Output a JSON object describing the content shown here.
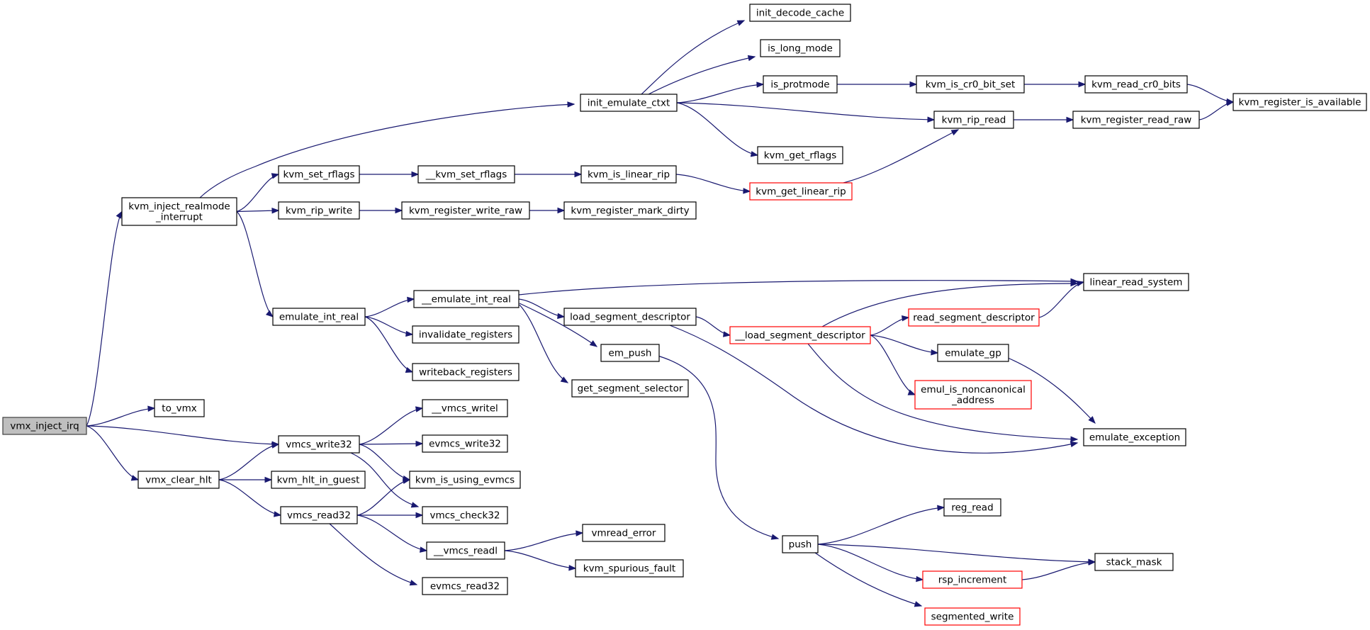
{
  "nodes": {
    "vmx_inject_irq": {
      "lines": [
        "vmx_inject_irq"
      ],
      "style": "root"
    },
    "kvm_inject_realmode_interrupt": {
      "lines": [
        "kvm_inject_realmode",
        "_interrupt"
      ],
      "style": "normal"
    },
    "to_vmx": {
      "lines": [
        "to_vmx"
      ],
      "style": "normal"
    },
    "vmcs_write32": {
      "lines": [
        "vmcs_write32"
      ],
      "style": "normal"
    },
    "vmx_clear_hlt": {
      "lines": [
        "vmx_clear_hlt"
      ],
      "style": "normal"
    },
    "kvm_set_rflags": {
      "lines": [
        "kvm_set_rflags"
      ],
      "style": "normal"
    },
    "kvm_rip_write": {
      "lines": [
        "kvm_rip_write"
      ],
      "style": "normal"
    },
    "emulate_int_real": {
      "lines": [
        "emulate_int_real"
      ],
      "style": "normal"
    },
    "init_emulate_ctxt": {
      "lines": [
        "init_emulate_ctxt"
      ],
      "style": "normal"
    },
    "__kvm_set_rflags": {
      "lines": [
        "__kvm_set_rflags"
      ],
      "style": "normal"
    },
    "kvm_register_write_raw": {
      "lines": [
        "kvm_register_write_raw"
      ],
      "style": "normal"
    },
    "__emulate_int_real": {
      "lines": [
        "__emulate_int_real"
      ],
      "style": "normal"
    },
    "invalidate_registers": {
      "lines": [
        "invalidate_registers"
      ],
      "style": "normal"
    },
    "writeback_registers": {
      "lines": [
        "writeback_registers"
      ],
      "style": "normal"
    },
    "__vmcs_writel": {
      "lines": [
        "__vmcs_writel"
      ],
      "style": "normal"
    },
    "evmcs_write32": {
      "lines": [
        "evmcs_write32"
      ],
      "style": "normal"
    },
    "kvm_is_using_evmcs": {
      "lines": [
        "kvm_is_using_evmcs"
      ],
      "style": "normal"
    },
    "vmcs_check32": {
      "lines": [
        "vmcs_check32"
      ],
      "style": "normal"
    },
    "kvm_hlt_in_guest": {
      "lines": [
        "kvm_hlt_in_guest"
      ],
      "style": "normal"
    },
    "vmcs_read32": {
      "lines": [
        "vmcs_read32"
      ],
      "style": "normal"
    },
    "__vmcs_readl": {
      "lines": [
        "__vmcs_readl"
      ],
      "style": "normal"
    },
    "evmcs_read32": {
      "lines": [
        "evmcs_read32"
      ],
      "style": "normal"
    },
    "init_decode_cache": {
      "lines": [
        "init_decode_cache"
      ],
      "style": "normal"
    },
    "is_long_mode": {
      "lines": [
        "is_long_mode"
      ],
      "style": "normal"
    },
    "is_protmode": {
      "lines": [
        "is_protmode"
      ],
      "style": "normal"
    },
    "kvm_get_rflags": {
      "lines": [
        "kvm_get_rflags"
      ],
      "style": "normal"
    },
    "kvm_is_linear_rip": {
      "lines": [
        "kvm_is_linear_rip"
      ],
      "style": "normal"
    },
    "kvm_register_mark_dirty": {
      "lines": [
        "kvm_register_mark_dirty"
      ],
      "style": "normal"
    },
    "load_segment_descriptor": {
      "lines": [
        "load_segment_descriptor"
      ],
      "style": "normal"
    },
    "em_push": {
      "lines": [
        "em_push"
      ],
      "style": "normal"
    },
    "get_segment_selector": {
      "lines": [
        "get_segment_selector"
      ],
      "style": "normal"
    },
    "vmread_error": {
      "lines": [
        "vmread_error"
      ],
      "style": "normal"
    },
    "kvm_spurious_fault": {
      "lines": [
        "kvm_spurious_fault"
      ],
      "style": "normal"
    },
    "kvm_get_linear_rip": {
      "lines": [
        "kvm_get_linear_rip"
      ],
      "style": "red"
    },
    "__load_segment_descriptor": {
      "lines": [
        "__load_segment_descriptor"
      ],
      "style": "red"
    },
    "push": {
      "lines": [
        "push"
      ],
      "style": "normal"
    },
    "kvm_is_cr0_bit_set": {
      "lines": [
        "kvm_is_cr0_bit_set"
      ],
      "style": "normal"
    },
    "kvm_rip_read": {
      "lines": [
        "kvm_rip_read"
      ],
      "style": "normal"
    },
    "read_segment_descriptor": {
      "lines": [
        "read_segment_descriptor"
      ],
      "style": "red"
    },
    "emulate_gp": {
      "lines": [
        "emulate_gp"
      ],
      "style": "normal"
    },
    "emul_is_noncanonical_address": {
      "lines": [
        "emul_is_noncanonical",
        "_address"
      ],
      "style": "red"
    },
    "reg_read": {
      "lines": [
        "reg_read"
      ],
      "style": "normal"
    },
    "rsp_increment": {
      "lines": [
        "rsp_increment"
      ],
      "style": "red"
    },
    "segmented_write": {
      "lines": [
        "segmented_write"
      ],
      "style": "red"
    },
    "kvm_read_cr0_bits": {
      "lines": [
        "kvm_read_cr0_bits"
      ],
      "style": "normal"
    },
    "kvm_register_read_raw": {
      "lines": [
        "kvm_register_read_raw"
      ],
      "style": "normal"
    },
    "linear_read_system": {
      "lines": [
        "linear_read_system"
      ],
      "style": "normal"
    },
    "emulate_exception": {
      "lines": [
        "emulate_exception"
      ],
      "style": "normal"
    },
    "stack_mask": {
      "lines": [
        "stack_mask"
      ],
      "style": "normal"
    },
    "kvm_register_is_available": {
      "lines": [
        "kvm_register_is_available"
      ],
      "style": "normal"
    }
  },
  "edges": [
    [
      "vmx_inject_irq",
      "kvm_inject_realmode_interrupt"
    ],
    [
      "vmx_inject_irq",
      "to_vmx"
    ],
    [
      "vmx_inject_irq",
      "vmcs_write32"
    ],
    [
      "vmx_inject_irq",
      "vmx_clear_hlt"
    ],
    [
      "kvm_inject_realmode_interrupt",
      "init_emulate_ctxt"
    ],
    [
      "kvm_inject_realmode_interrupt",
      "kvm_set_rflags"
    ],
    [
      "kvm_inject_realmode_interrupt",
      "kvm_rip_write"
    ],
    [
      "kvm_inject_realmode_interrupt",
      "emulate_int_real"
    ],
    [
      "init_emulate_ctxt",
      "init_decode_cache"
    ],
    [
      "init_emulate_ctxt",
      "is_long_mode"
    ],
    [
      "init_emulate_ctxt",
      "is_protmode"
    ],
    [
      "init_emulate_ctxt",
      "kvm_rip_read"
    ],
    [
      "init_emulate_ctxt",
      "kvm_get_rflags"
    ],
    [
      "is_protmode",
      "kvm_is_cr0_bit_set"
    ],
    [
      "kvm_is_cr0_bit_set",
      "kvm_read_cr0_bits"
    ],
    [
      "kvm_read_cr0_bits",
      "kvm_register_is_available"
    ],
    [
      "kvm_rip_read",
      "kvm_register_read_raw"
    ],
    [
      "kvm_register_read_raw",
      "kvm_register_is_available"
    ],
    [
      "kvm_set_rflags",
      "__kvm_set_rflags"
    ],
    [
      "__kvm_set_rflags",
      "kvm_is_linear_rip"
    ],
    [
      "kvm_is_linear_rip",
      "kvm_get_linear_rip"
    ],
    [
      "kvm_get_linear_rip",
      "kvm_rip_read"
    ],
    [
      "kvm_rip_write",
      "kvm_register_write_raw"
    ],
    [
      "kvm_register_write_raw",
      "kvm_register_mark_dirty"
    ],
    [
      "emulate_int_real",
      "__emulate_int_real"
    ],
    [
      "emulate_int_real",
      "invalidate_registers"
    ],
    [
      "emulate_int_real",
      "writeback_registers"
    ],
    [
      "__emulate_int_real",
      "linear_read_system"
    ],
    [
      "__emulate_int_real",
      "load_segment_descriptor"
    ],
    [
      "__emulate_int_real",
      "em_push"
    ],
    [
      "__emulate_int_real",
      "get_segment_selector"
    ],
    [
      "load_segment_descriptor",
      "__load_segment_descriptor"
    ],
    [
      "load_segment_descriptor",
      "emulate_exception"
    ],
    [
      "__load_segment_descriptor",
      "linear_read_system"
    ],
    [
      "__load_segment_descriptor",
      "read_segment_descriptor"
    ],
    [
      "__load_segment_descriptor",
      "emulate_gp"
    ],
    [
      "__load_segment_descriptor",
      "emul_is_noncanonical_address"
    ],
    [
      "__load_segment_descriptor",
      "emulate_exception"
    ],
    [
      "read_segment_descriptor",
      "linear_read_system"
    ],
    [
      "emulate_gp",
      "emulate_exception"
    ],
    [
      "em_push",
      "push"
    ],
    [
      "push",
      "reg_read"
    ],
    [
      "push",
      "stack_mask"
    ],
    [
      "push",
      "rsp_increment"
    ],
    [
      "push",
      "segmented_write"
    ],
    [
      "rsp_increment",
      "stack_mask"
    ],
    [
      "vmcs_write32",
      "__vmcs_writel"
    ],
    [
      "vmcs_write32",
      "evmcs_write32"
    ],
    [
      "vmcs_write32",
      "kvm_is_using_evmcs"
    ],
    [
      "vmcs_write32",
      "vmcs_check32"
    ],
    [
      "vmx_clear_hlt",
      "vmcs_write32"
    ],
    [
      "vmx_clear_hlt",
      "kvm_hlt_in_guest"
    ],
    [
      "vmx_clear_hlt",
      "vmcs_read32"
    ],
    [
      "vmcs_read32",
      "kvm_is_using_evmcs"
    ],
    [
      "vmcs_read32",
      "vmcs_check32"
    ],
    [
      "vmcs_read32",
      "__vmcs_readl"
    ],
    [
      "vmcs_read32",
      "evmcs_read32"
    ],
    [
      "__vmcs_readl",
      "vmread_error"
    ],
    [
      "__vmcs_readl",
      "kvm_spurious_fault"
    ]
  ]
}
